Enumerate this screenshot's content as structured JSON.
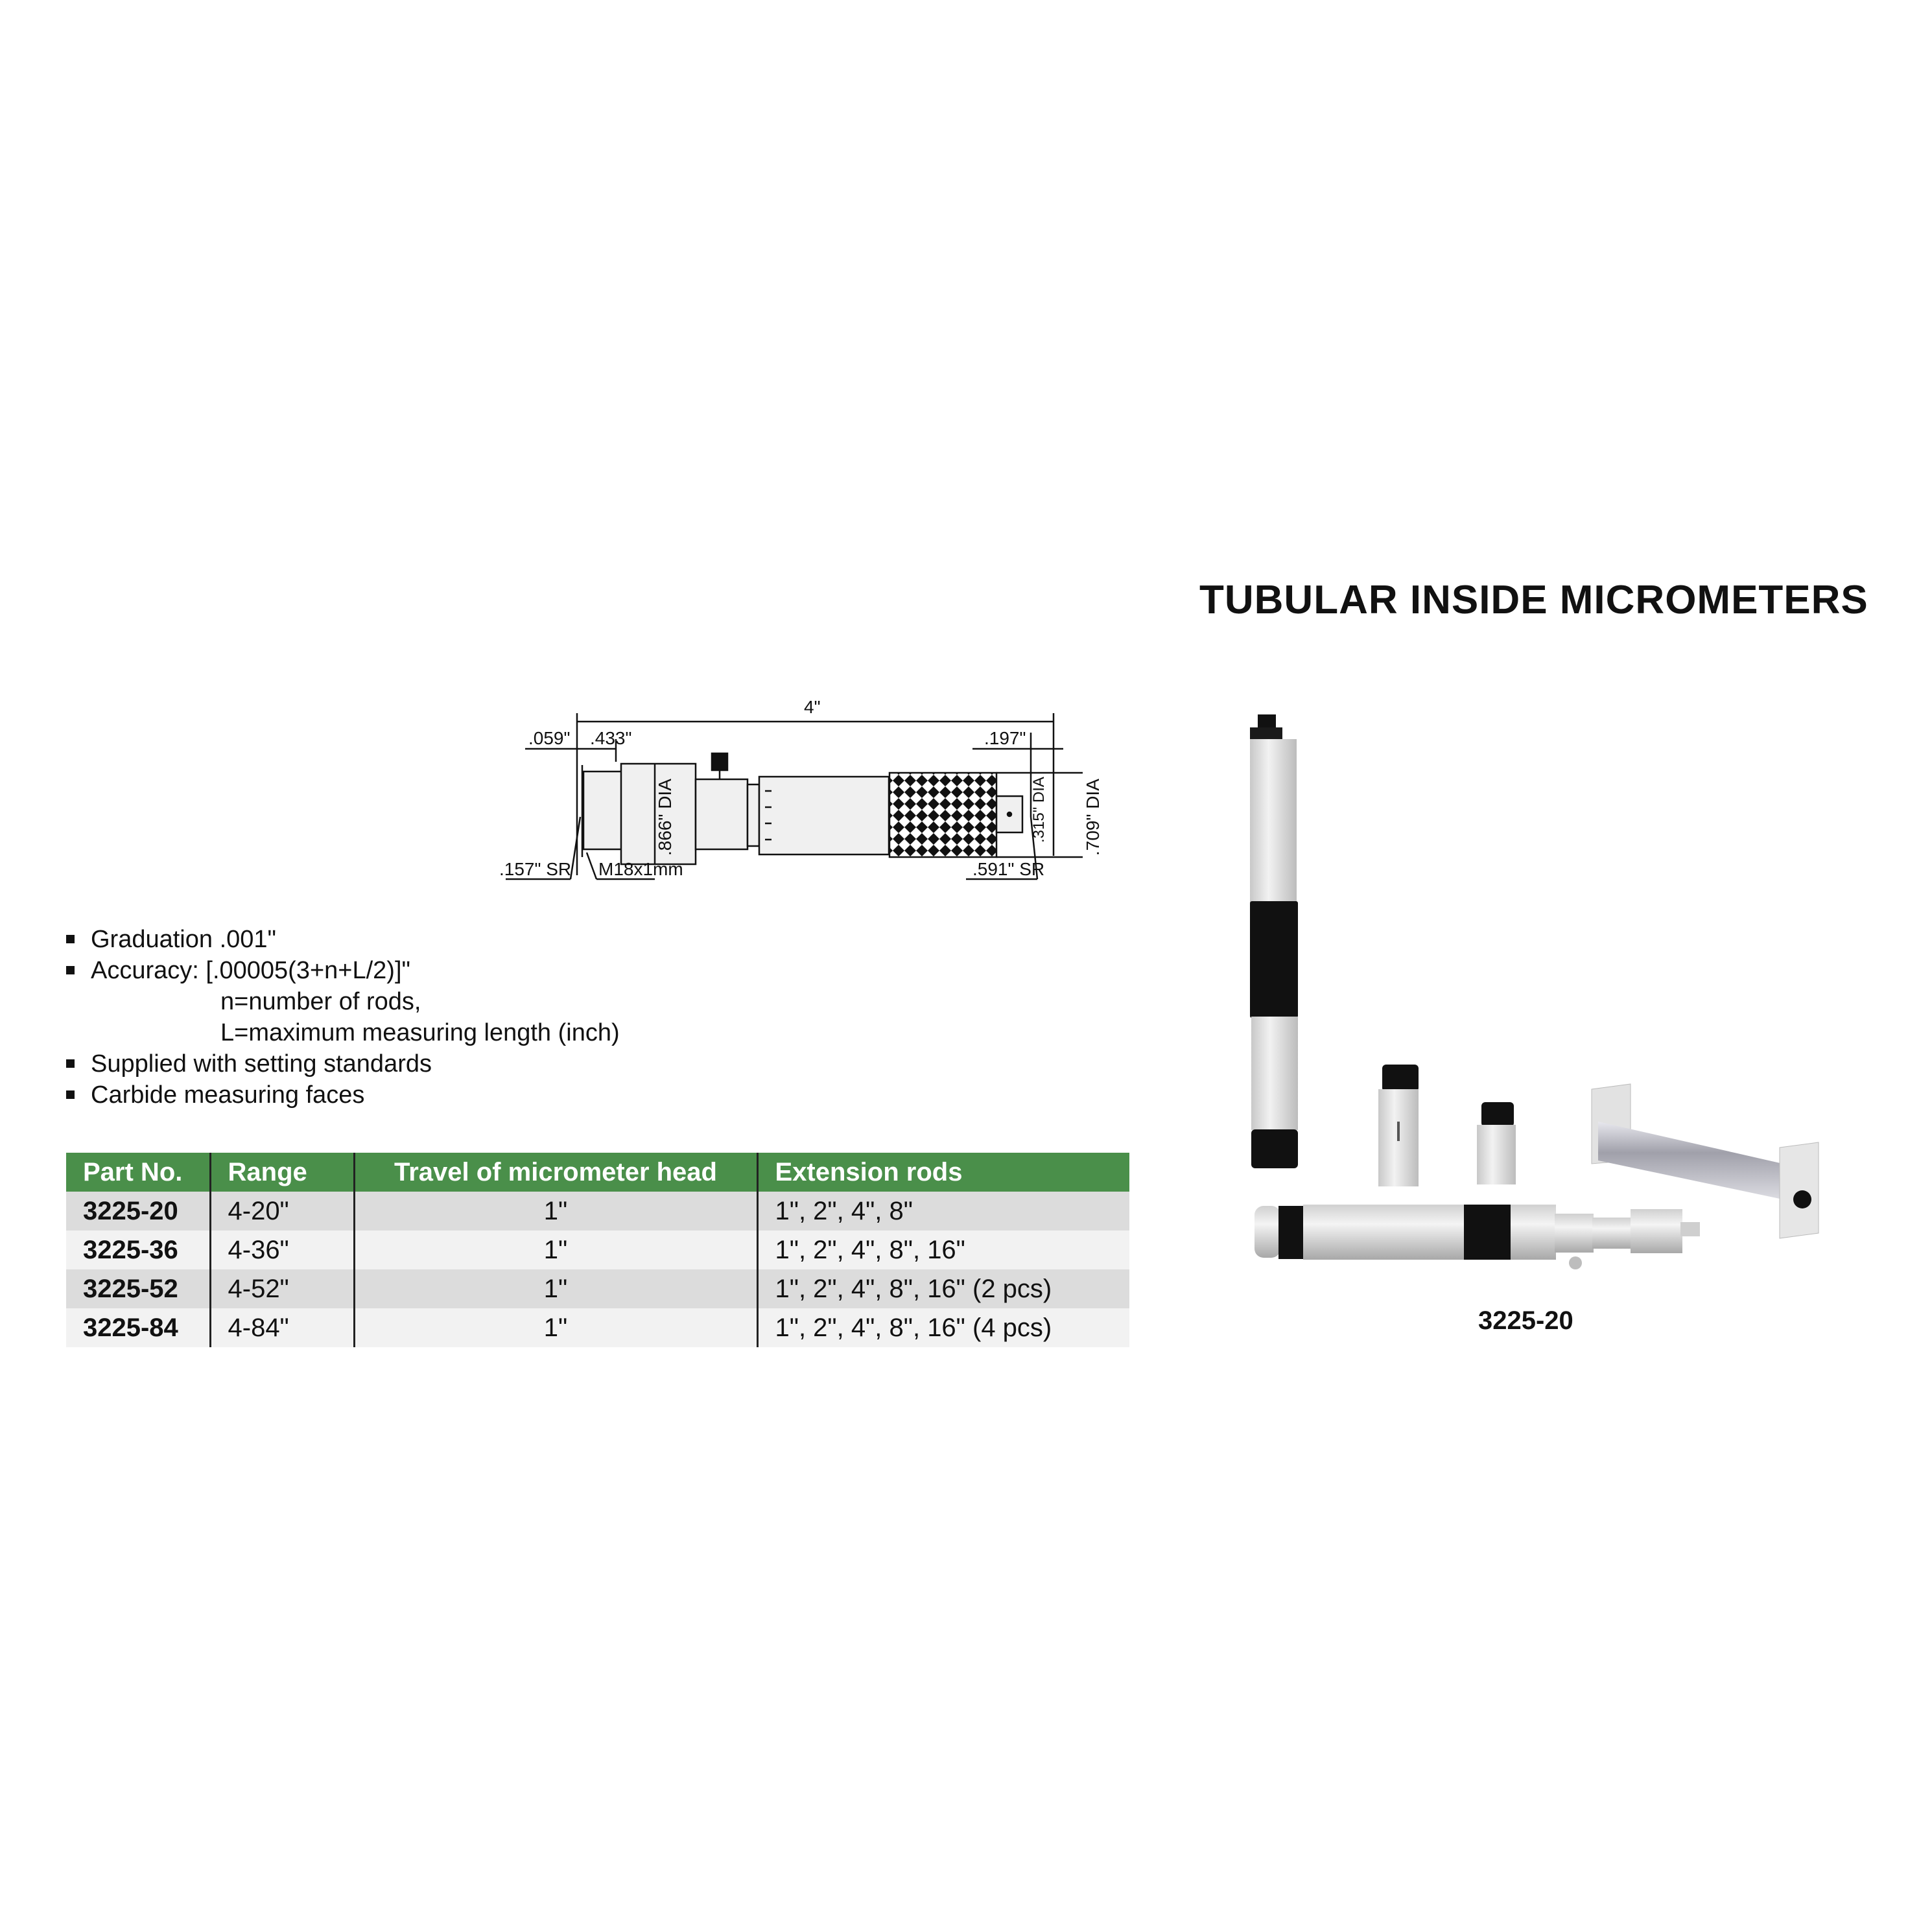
{
  "title": "TUBULAR INSIDE MICROMETERS",
  "diagram": {
    "dims": {
      "overall": "4\"",
      "left_face": ".059\"",
      "thread_len": ".433\"",
      "body_dia": ".866\" DIA",
      "right_offset": ".197\"",
      "tip_dia": ".315\" DIA",
      "thimble_dia": ".709\" DIA",
      "left_sr": ".157\" SR",
      "thread": "M18x1mm",
      "right_sr": ".591\" SR"
    }
  },
  "features": [
    {
      "text": "Graduation .001\"",
      "bullet": true
    },
    {
      "text": "Accuracy: [.00005(3+n+L/2)]\"",
      "bullet": true
    },
    {
      "text": "n=number of rods,",
      "bullet": false
    },
    {
      "text": "L=maximum measuring length (inch)",
      "bullet": false
    },
    {
      "text": "Supplied with setting standards",
      "bullet": true
    },
    {
      "text": "Carbide measuring faces",
      "bullet": true
    }
  ],
  "table": {
    "header_color": "#4a8f4a",
    "headers": [
      "Part No.",
      "Range",
      "Travel of micrometer head",
      "Extension rods"
    ],
    "rows": [
      [
        "3225-20",
        "4-20\"",
        "1\"",
        "1\", 2\", 4\", 8\""
      ],
      [
        "3225-36",
        "4-36\"",
        "1\"",
        "1\", 2\", 4\", 8\", 16\""
      ],
      [
        "3225-52",
        "4-52\"",
        "1\"",
        "1\", 2\", 4\", 8\", 16\" (2 pcs)"
      ],
      [
        "3225-84",
        "4-84\"",
        "1\"",
        "1\", 2\", 4\", 8\", 16\" (4 pcs)"
      ]
    ]
  },
  "photo": {
    "caption": "3225-20"
  }
}
